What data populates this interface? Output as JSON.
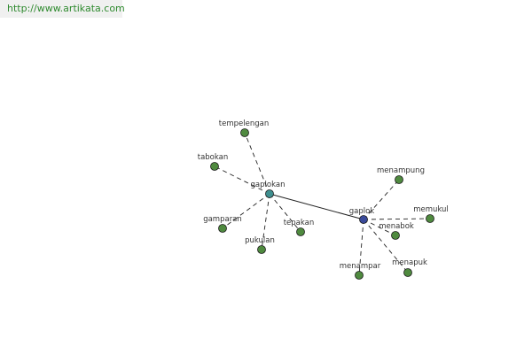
{
  "header": {
    "url": "http://www.artikata.com"
  },
  "colors": {
    "leaf": "#4f8a3f",
    "hub_primary": "#3f8f8f",
    "hub_secondary": "#3a4a9a",
    "edge": "#222222",
    "label": "#333333"
  },
  "graph": {
    "hubs": [
      {
        "id": "gaplokan",
        "label": "gaplokan",
        "kind": "primary"
      },
      {
        "id": "gaplok",
        "label": "gaplok",
        "kind": "secondary"
      }
    ],
    "leaves": [
      {
        "id": "tempelengan",
        "label": "tempelengan",
        "hub": "gaplokan"
      },
      {
        "id": "tabokan",
        "label": "tabokan",
        "hub": "gaplokan"
      },
      {
        "id": "gamparan",
        "label": "gamparan",
        "hub": "gaplokan"
      },
      {
        "id": "pukulan",
        "label": "pukulan",
        "hub": "gaplokan"
      },
      {
        "id": "tepakan",
        "label": "tepakan",
        "hub": "gaplokan"
      },
      {
        "id": "menampung",
        "label": "menampung",
        "hub": "gaplok"
      },
      {
        "id": "memukul",
        "label": "memukul",
        "hub": "gaplok"
      },
      {
        "id": "menabok",
        "label": "menabok",
        "hub": "gaplok"
      },
      {
        "id": "menampar",
        "label": "menampar",
        "hub": "gaplok"
      },
      {
        "id": "menapuk",
        "label": "menapuk",
        "hub": "gaplok"
      }
    ],
    "hub_link": [
      "gaplokan",
      "gaplok"
    ]
  }
}
